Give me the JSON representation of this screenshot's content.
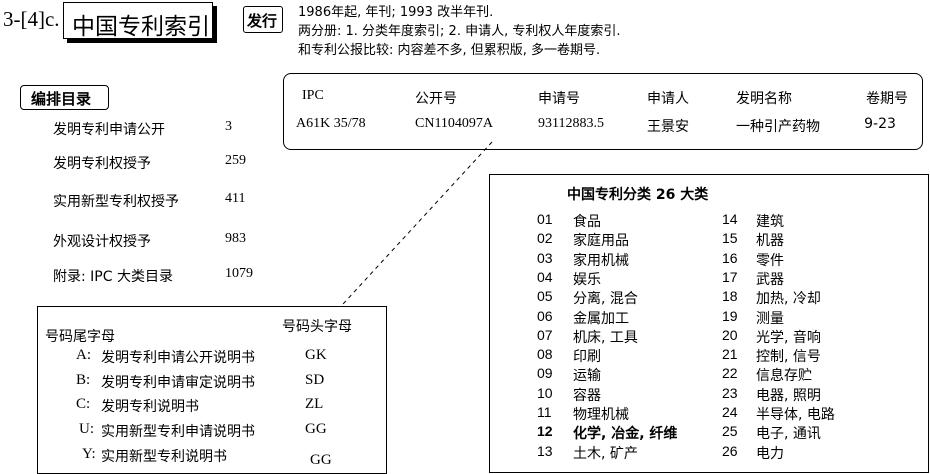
{
  "header": {
    "section": "3-[4]c.",
    "title": "中国专利索引",
    "issue_badge": "发行",
    "notes": [
      "1986年起, 年刊;  1993 改半年刊.",
      "两分册: 1. 分类年度索引; 2. 申请人, 专利权人年度索引.",
      "和专利公报比较: 内容差不多, 但累积版, 多一卷期号."
    ]
  },
  "contents": {
    "badge": "编排目录",
    "items": [
      {
        "label": "发明专利申请公开",
        "page": "3"
      },
      {
        "label": "发明专利权授予",
        "page": "259"
      },
      {
        "label": "实用新型专利权授予",
        "page": "411"
      },
      {
        "label": "外观设计权授予",
        "page": "983"
      },
      {
        "label": "附录: IPC 大类目录",
        "page": "1079"
      }
    ]
  },
  "record": {
    "headers": [
      "IPC",
      "公开号",
      "申请号",
      "申请人",
      "发明名称",
      "卷期号"
    ],
    "values": [
      "A61K 35/78",
      "CN1104097A",
      "93112883.5",
      "王景安",
      "一种引产药物",
      "9-23"
    ]
  },
  "codes": {
    "suffix_title": "号码尾字母",
    "prefix_title": "号码头字母",
    "items": [
      {
        "suffix": "A:",
        "desc": "发明专利申请公开说明书",
        "prefix": "GK"
      },
      {
        "suffix": "B:",
        "desc": "发明专利申请审定说明书",
        "prefix": "SD"
      },
      {
        "suffix": "C:",
        "desc": "发明专利说明书",
        "prefix": "ZL"
      },
      {
        "suffix": "U:",
        "desc": "实用新型专利申请说明书",
        "prefix": "GG"
      },
      {
        "suffix": "Y:",
        "desc": "实用新型专利说明书",
        "prefix": "GG"
      }
    ]
  },
  "classes": {
    "title": "中国专利分类  26 大类",
    "items": [
      [
        "01",
        "食品"
      ],
      [
        "02",
        "家庭用品"
      ],
      [
        "03",
        "家用机械"
      ],
      [
        "04",
        "娱乐"
      ],
      [
        "05",
        "分离, 混合"
      ],
      [
        "06",
        "金属加工"
      ],
      [
        "07",
        "机床, 工具"
      ],
      [
        "08",
        "印刷"
      ],
      [
        "09",
        "运输"
      ],
      [
        "10",
        "容器"
      ],
      [
        "11",
        "物理机械"
      ],
      [
        "12",
        "化学, 冶金, 纤维"
      ],
      [
        "13",
        "土木, 矿产"
      ],
      [
        "14",
        "建筑"
      ],
      [
        "15",
        "机器"
      ],
      [
        "16",
        "零件"
      ],
      [
        "17",
        "武器"
      ],
      [
        "18",
        "加热, 冷却"
      ],
      [
        "19",
        "测量"
      ],
      [
        "20",
        "光学, 音响"
      ],
      [
        "21",
        "控制, 信号"
      ],
      [
        "22",
        "信息存贮"
      ],
      [
        "23",
        "电器, 照明"
      ],
      [
        "24",
        "半导体, 电路"
      ],
      [
        "25",
        "电子, 通讯"
      ],
      [
        "26",
        "电力"
      ]
    ]
  }
}
